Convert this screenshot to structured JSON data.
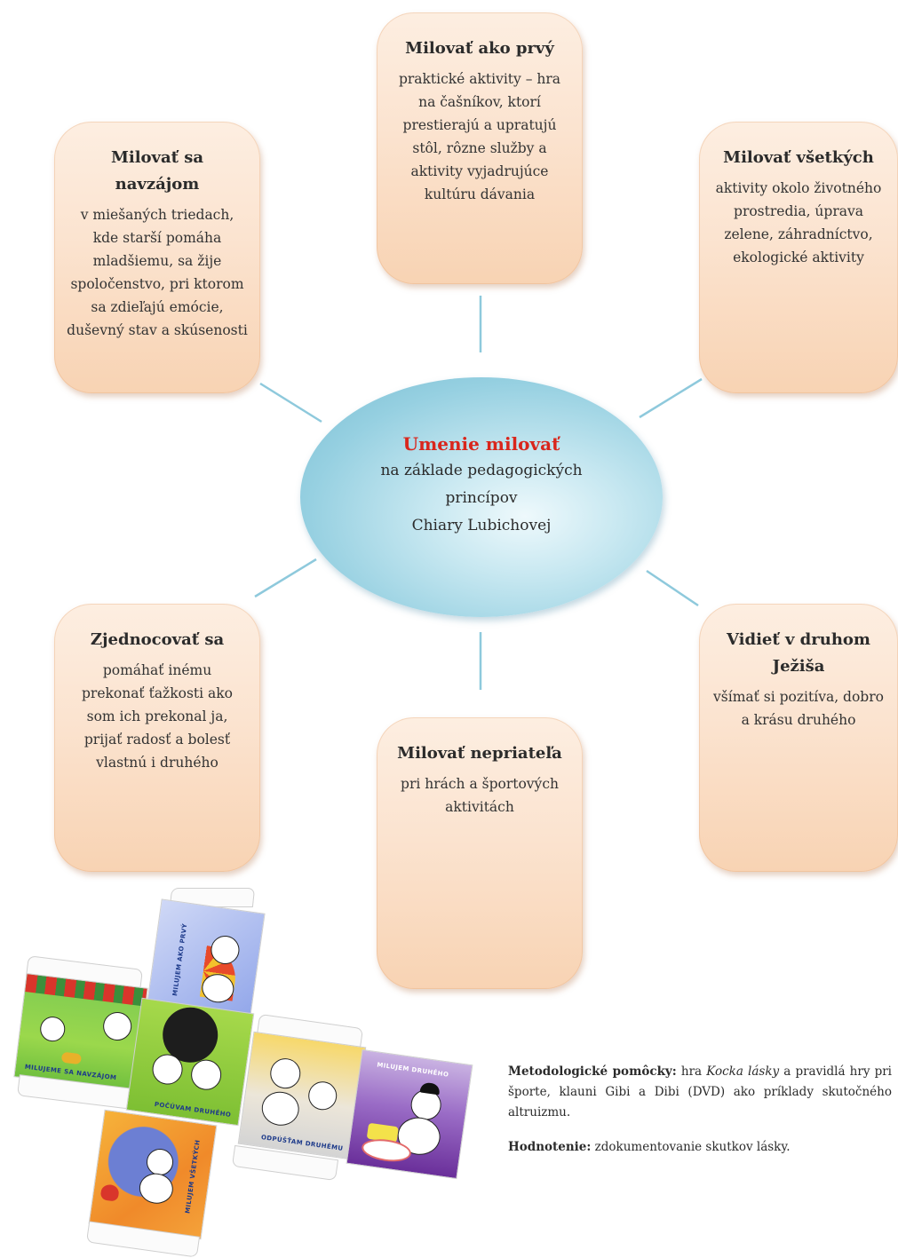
{
  "center": {
    "title": "Umenie milovať",
    "lines": [
      "na základe pedagogických",
      "princípov",
      "Chiary Lubichovej"
    ]
  },
  "boxes": {
    "top": {
      "title": "Milovať ako prvý",
      "body": "praktické aktivity – hra na čašníkov, ktorí prestierajú a upratujú stôl, rôzne služby a aktivity vyjadrujúce kultúru dávania"
    },
    "top_left": {
      "title": "Milovať sa navzájom",
      "body": "v miešaných triedach, kde starší pomáha mladšiemu, sa žije spoločenstvo, pri ktorom sa zdieľajú emócie, duševný stav a skúsenosti"
    },
    "top_right": {
      "title": "Milovať všetkých",
      "body": "aktivity okolo životného prostredia, úprava zelene, záhradníctvo, ekologické aktivity"
    },
    "bottom_left": {
      "title": "Zjednocovať sa",
      "body": "pomáhať inému prekonať ťažkosti ako som ich prekonal ja, prijať radosť a bolesť vlastnú i druhého"
    },
    "bottom": {
      "title": "Milovať nepriateľa",
      "body": "pri hrách a športových aktivitách"
    },
    "bottom_right": {
      "title": "Vidieť v druhom Ježiša",
      "body": "všímať si pozitíva, dobro a krásu druhého"
    }
  },
  "notes": {
    "methods_label": "Metodologické pomôcky:",
    "methods_pre": "hra",
    "methods_italic": "Kocka lásky",
    "methods_post": "a pravidlá hry pri športe, klauni Gibi a Dibi (DVD) ako príklady skutočného altruizmu.",
    "evaluation_label": "Hodnotenie:",
    "evaluation_text": "zdokumentovanie skutkov lásky."
  },
  "cube_faces": {
    "top": "MILUJEM AKO PRVÝ",
    "left": "MILUJEME SA NAVZÁJOM",
    "center": "POČÚVAM DRUHÉHO",
    "right1": "ODPÚŠŤAM DRUHÉMU",
    "right2": "MILUJEM DRUHÉHO",
    "bottom": "MILUJEM VŠETKÝCH"
  },
  "colors": {
    "center_title": "#d9261c",
    "box_fill": "#fbe3cf",
    "ellipse_fill": "#96d0e1",
    "connector": "#8ec9dc"
  }
}
